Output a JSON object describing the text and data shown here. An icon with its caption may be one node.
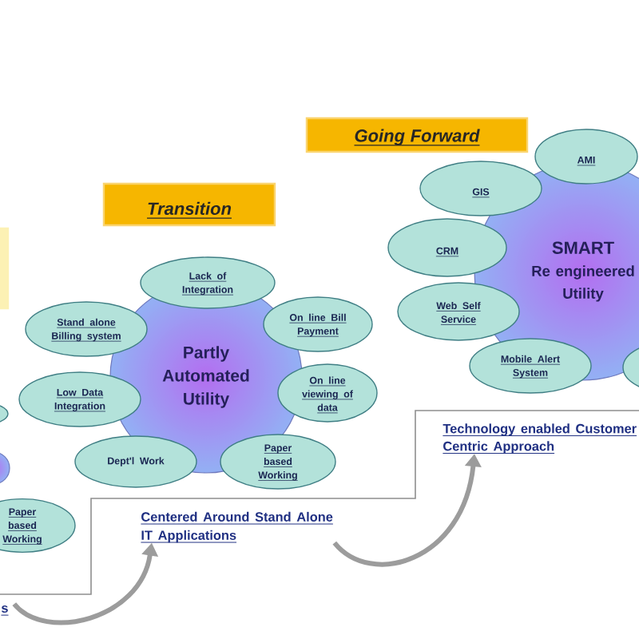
{
  "diagram": {
    "nodes": [
      {
        "text": [],
        "shape": "box"
      },
      {
        "text": [
          "Going Forward"
        ]
      },
      {
        "text": [
          "Transition"
        ]
      },
      {
        "text": [
          "AMI"
        ]
      },
      {
        "text": [
          "GIS"
        ]
      },
      {
        "text": [
          "SMART",
          "Re engineered Utility"
        ]
      },
      {
        "text": [
          "CRM"
        ]
      },
      {
        "text": [
          "Lack of Integration"
        ]
      },
      {
        "text": [
          "Web Self Service"
        ]
      },
      {
        "text": [
          "Stand alone Billing system"
        ]
      },
      {
        "text": [
          "On line Bill Payment"
        ]
      },
      {
        "text": [
          "Partly Automated Utility"
        ]
      },
      {
        "text": [
          "Mobile Alert System"
        ]
      },
      {
        "text": [],
        "shape": "ellipse"
      },
      {
        "text": [
          "Low Data Integration"
        ]
      },
      {
        "text": [
          "On line viewing of data"
        ]
      },
      {
        "text": [],
        "shape": "ellipse"
      },
      {
        "text": [
          "Technology enabled Customer Centric Approach"
        ]
      },
      {
        "text": [],
        "shape": "circle"
      },
      {
        "text": [
          "Dept'l Work"
        ]
      },
      {
        "text": [
          "Paper based Working"
        ]
      },
      {
        "text": [
          "Paper based Working"
        ]
      },
      {
        "text": [
          "Centered Around Stand Alone IT Applications"
        ]
      },
      {
        "text": [
          "s"
        ]
      }
    ],
    "edges": [
      {
        "from": 23,
        "to": 22,
        "arrow": "to"
      },
      {
        "from": 22,
        "to": 17,
        "arrow": "to"
      }
    ]
  }
}
